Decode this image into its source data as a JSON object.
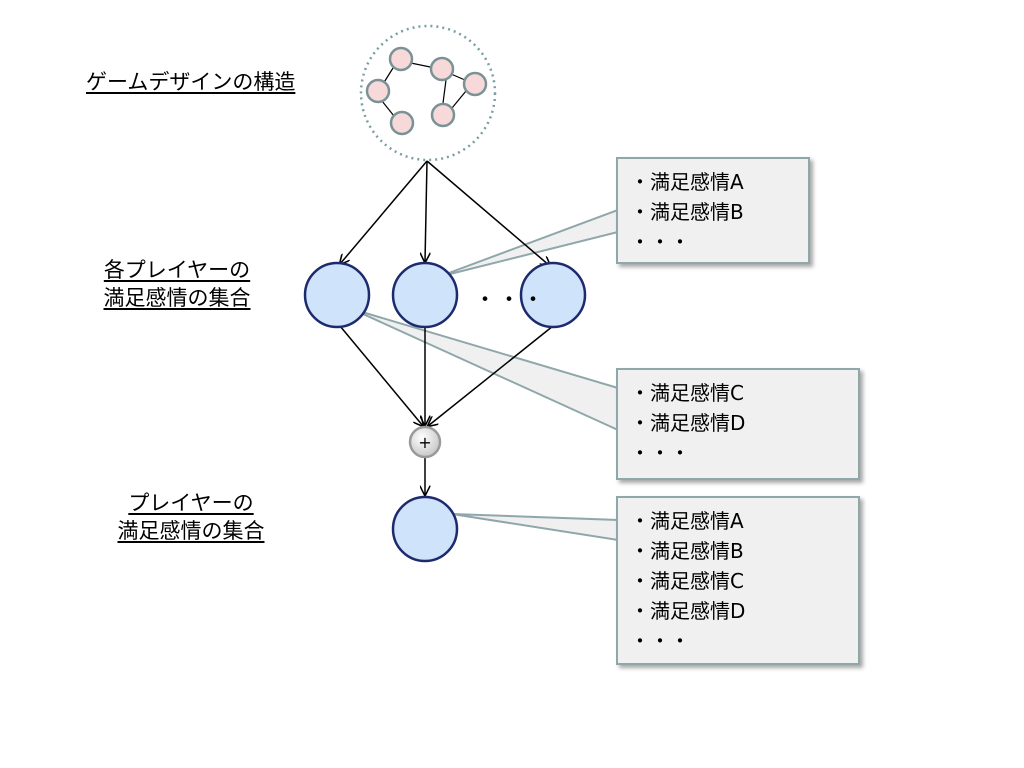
{
  "labels": {
    "structure": "ゲームデザインの構造",
    "each_player_line1": "各プレイヤーの",
    "each_player_line2": "満足感情の集合",
    "player_line1": "プレイヤーの",
    "player_line2": "満足感情の集合"
  },
  "ellipsis_between_nodes": "・・・",
  "plus_symbol": "+",
  "callouts": {
    "top": [
      "・満足感情A",
      "・満足感情B",
      "・・・"
    ],
    "middle": [
      "・満足感情C",
      "・満足感情D",
      "・・・"
    ],
    "bottom": [
      "・満足感情A",
      "・満足感情B",
      "・満足感情C",
      "・満足感情D",
      "・・・"
    ]
  },
  "colors": {
    "node_fill": "#cfe3fb",
    "node_stroke": "#1e2a6e",
    "small_node_fill": "#f7d9d9",
    "small_node_stroke": "#7a9296",
    "dashed_circle": "#7a9ea4",
    "callout_border": "#8fa7aa"
  }
}
